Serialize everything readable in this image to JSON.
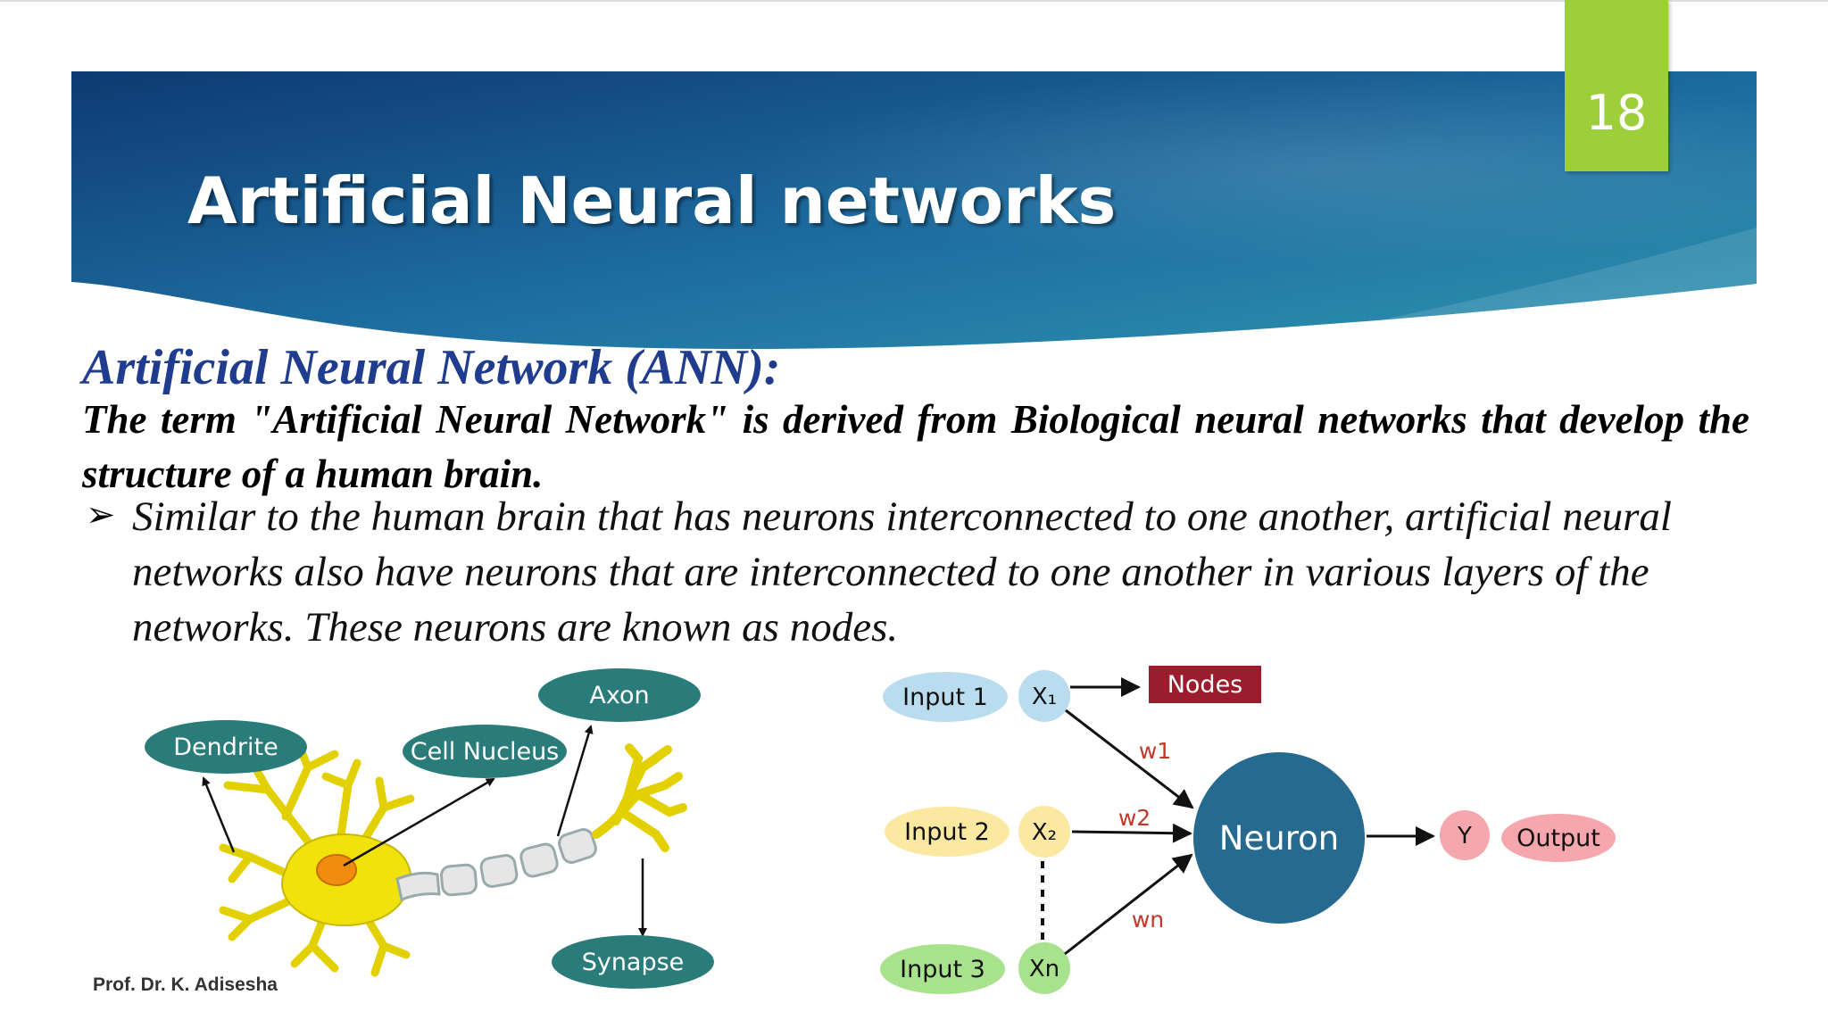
{
  "slide_number": "18",
  "title": "Artificial Neural networks",
  "section_heading": "Artificial Neural Network (ANN):",
  "definition": "The term \"Artificial Neural Network\" is derived from Biological neural networks that develop the structure of a human brain.",
  "bullet": {
    "marker": "➢",
    "text": "Similar to the human brain that has neurons interconnected to one another, artificial neural networks also have neurons that are interconnected to one another in various layers of the networks. These neurons are known as nodes."
  },
  "biological_neuron": {
    "labels": {
      "axon": "Axon",
      "dendrite": "Dendrite",
      "cell_nucleus": "Cell Nucleus",
      "synapse": "Synapse"
    }
  },
  "ann_diagram": {
    "inputs": [
      "Input 1",
      "Input 2",
      "Input 3"
    ],
    "nodes": [
      "X₁",
      "X₂",
      "Xn"
    ],
    "weights": [
      "w1",
      "w2",
      "wn"
    ],
    "nodes_label": "Nodes",
    "neuron_label": "Neuron",
    "output_node": "Y",
    "output_label": "Output"
  },
  "footer": "Prof. Dr. K. Adisesha",
  "colors": {
    "banner_dark": "#0e3f78",
    "banner_light": "#2b8aa6",
    "accent_green": "#9ccf3a",
    "heading_blue": "#1f3c8f",
    "label_teal": "#2a7c7a",
    "neuron_blue": "#266a8f",
    "nodes_red": "#9b1c2c",
    "weight_red": "#c0392b"
  }
}
